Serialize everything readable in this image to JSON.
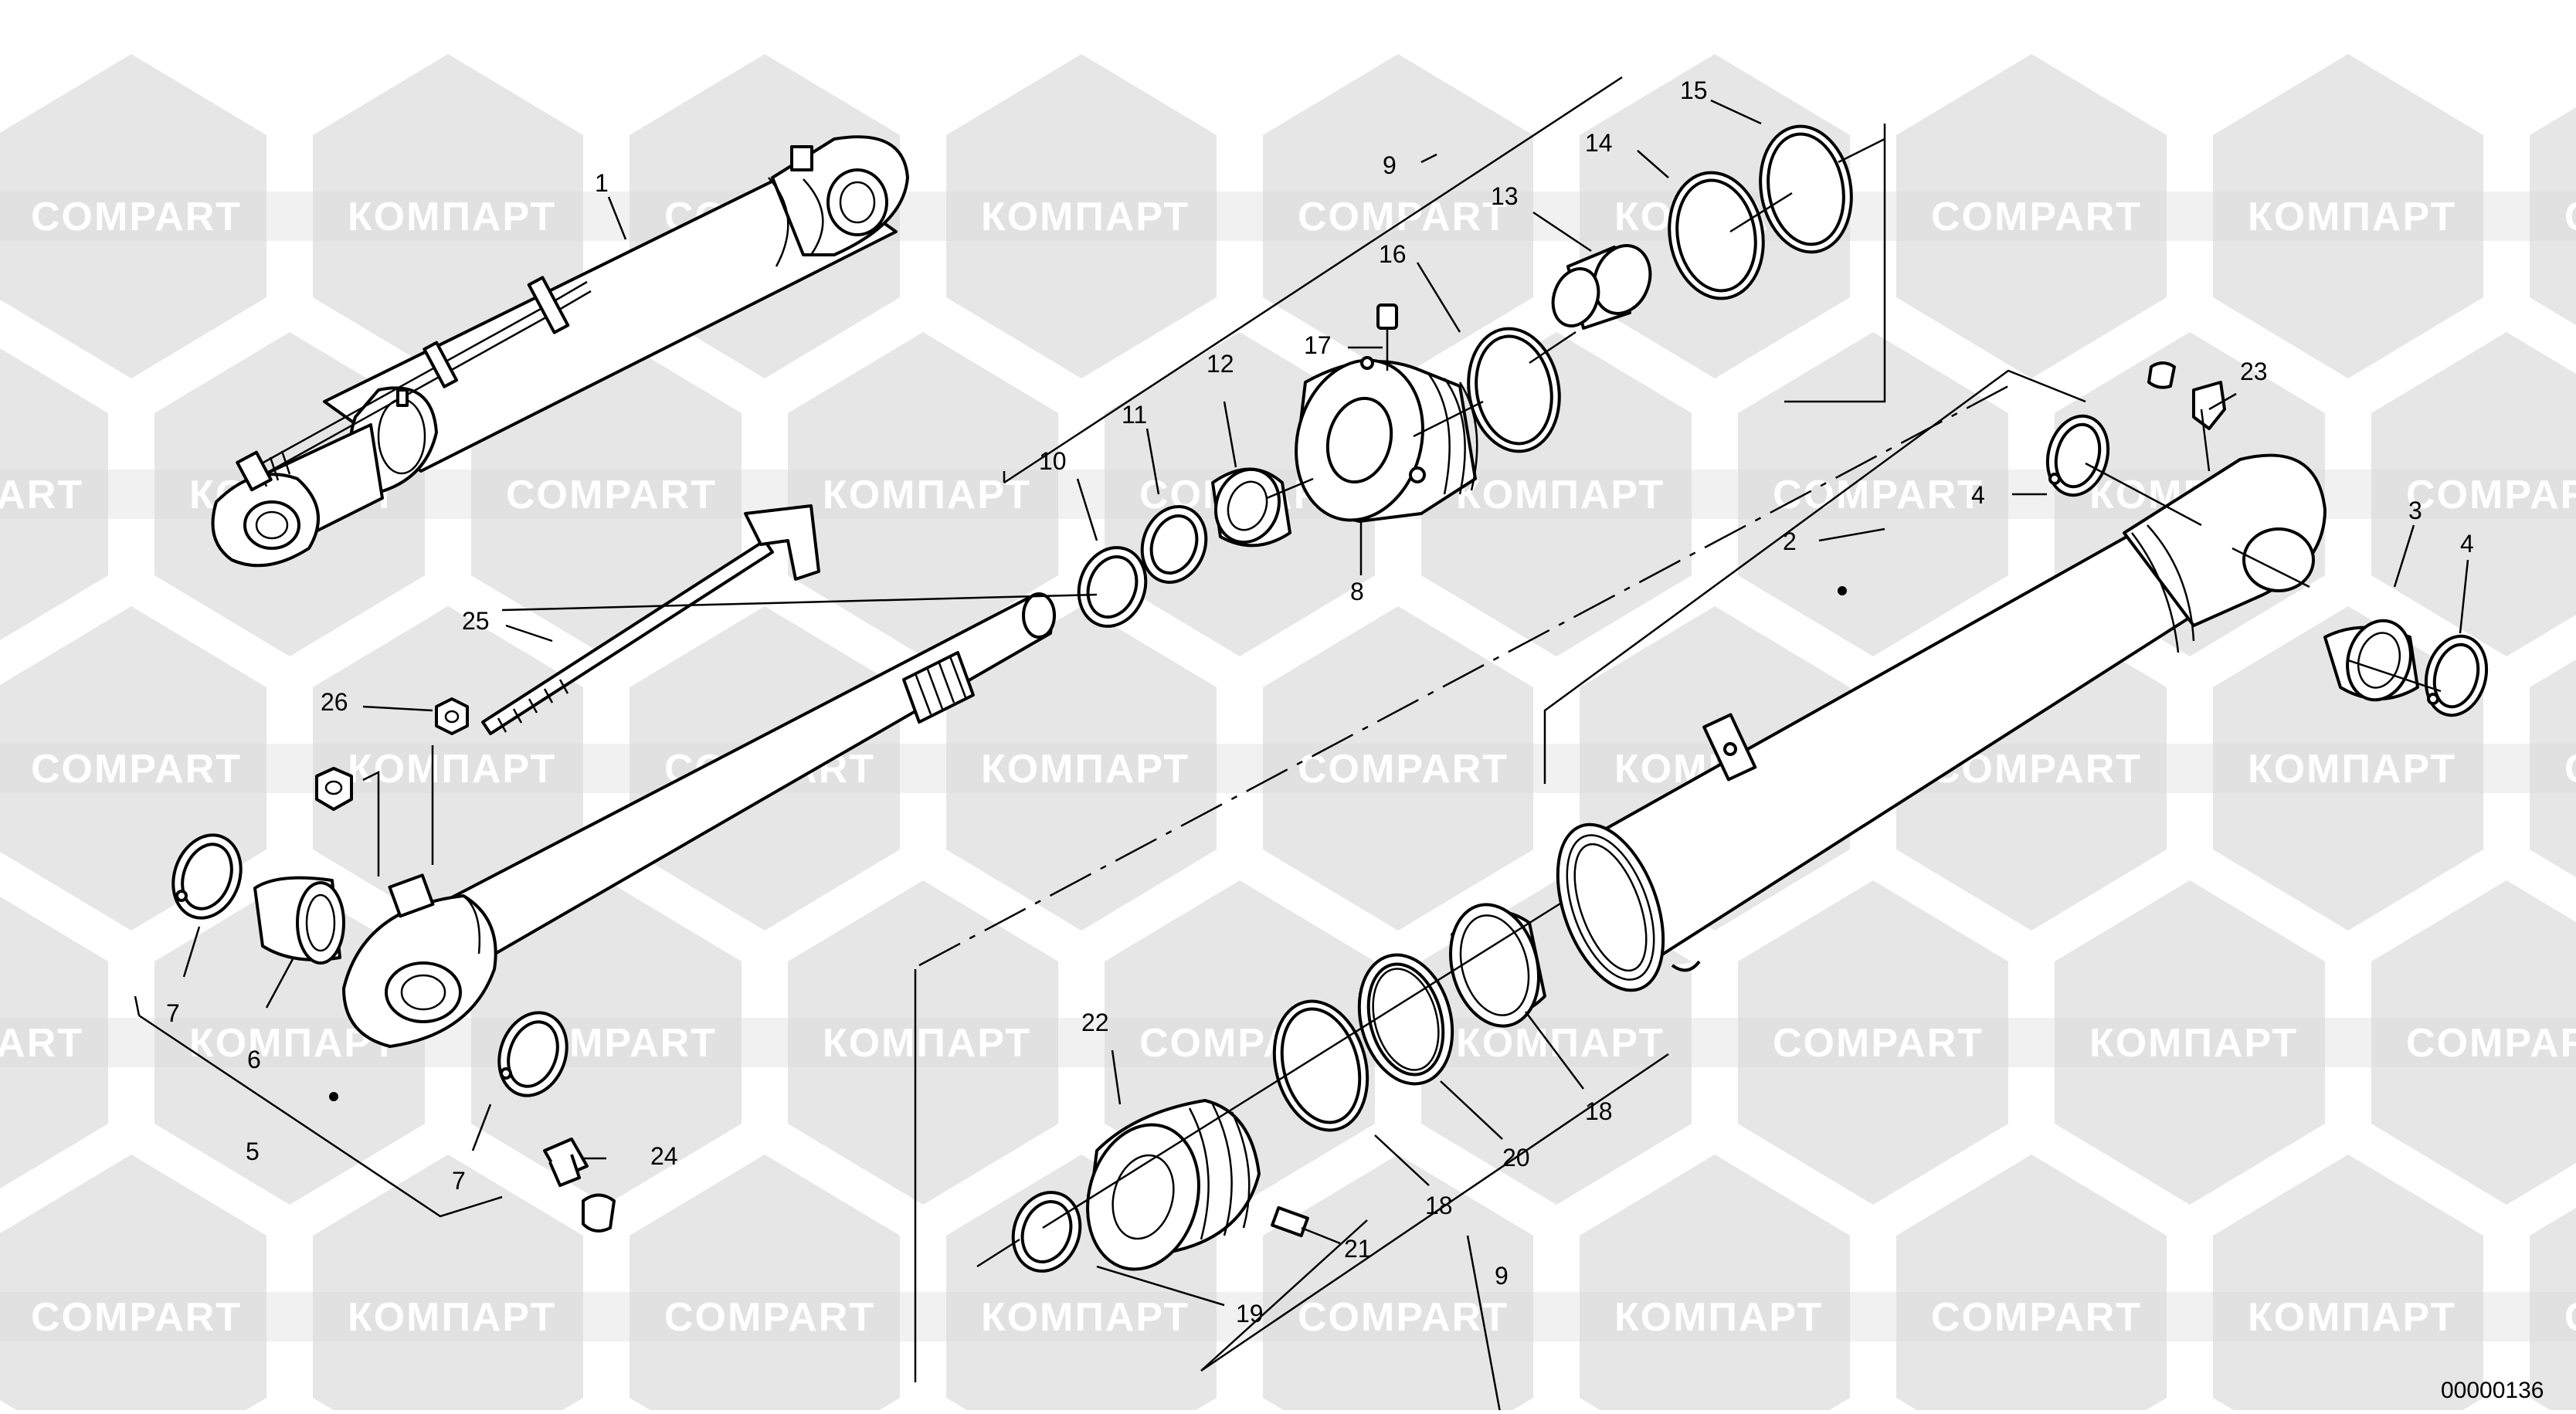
{
  "watermark": {
    "texts": [
      "COMPART",
      "КОМПАРТ"
    ]
  },
  "callouts": [
    {
      "id": "c1",
      "label": "1"
    },
    {
      "id": "c2",
      "label": "2"
    },
    {
      "id": "c3",
      "label": "3"
    },
    {
      "id": "c4a",
      "label": "4"
    },
    {
      "id": "c4b",
      "label": "4"
    },
    {
      "id": "c5",
      "label": "5"
    },
    {
      "id": "c6",
      "label": "6"
    },
    {
      "id": "c7a",
      "label": "7"
    },
    {
      "id": "c7b",
      "label": "7"
    },
    {
      "id": "c8",
      "label": "8"
    },
    {
      "id": "c9a",
      "label": "9"
    },
    {
      "id": "c9b",
      "label": "9"
    },
    {
      "id": "c10",
      "label": "10"
    },
    {
      "id": "c11",
      "label": "11"
    },
    {
      "id": "c12",
      "label": "12"
    },
    {
      "id": "c13",
      "label": "13"
    },
    {
      "id": "c14",
      "label": "14"
    },
    {
      "id": "c15",
      "label": "15"
    },
    {
      "id": "c16",
      "label": "16"
    },
    {
      "id": "c17",
      "label": "17"
    },
    {
      "id": "c18a",
      "label": "18"
    },
    {
      "id": "c18b",
      "label": "18"
    },
    {
      "id": "c19",
      "label": "19"
    },
    {
      "id": "c20",
      "label": "20"
    },
    {
      "id": "c21",
      "label": "21"
    },
    {
      "id": "c22",
      "label": "22"
    },
    {
      "id": "c23",
      "label": "23"
    },
    {
      "id": "c24",
      "label": "24"
    },
    {
      "id": "c25",
      "label": "25"
    },
    {
      "id": "c26",
      "label": "26"
    }
  ],
  "drawing_number": "00000136"
}
